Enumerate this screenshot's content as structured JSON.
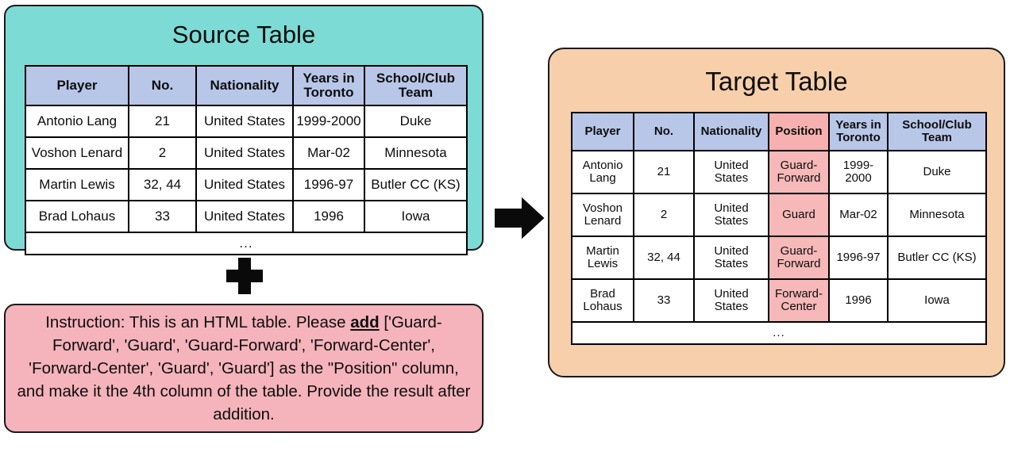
{
  "source": {
    "title": "Source Table",
    "bg_color": "#7ddbd6",
    "headers": [
      "Player",
      "No.",
      "Nationality",
      "Years in Toronto",
      "School/Club Team"
    ],
    "rows": [
      [
        "Antonio Lang",
        "21",
        "United States",
        "1999-2000",
        "Duke"
      ],
      [
        "Voshon Lenard",
        "2",
        "United States",
        "Mar-02",
        "Minnesota"
      ],
      [
        "Martin Lewis",
        "32, 44",
        "United States",
        "1996-97",
        "Butler CC (KS)"
      ],
      [
        "Brad Lohaus",
        "33",
        "United States",
        "1996",
        "Iowa"
      ]
    ],
    "ellipsis": "..."
  },
  "target": {
    "title": "Target Table",
    "bg_color": "#f8cfab",
    "header_color": "#b8c6e8",
    "highlight_color": "#f6b0b0",
    "cell_highlight_color": "#f6b8b8",
    "headers": [
      "Player",
      "No.",
      "Nationality",
      "Position",
      "Years in Toronto",
      "School/Club Team"
    ],
    "rows": [
      [
        "Antonio Lang",
        "21",
        "United States",
        "Guard-Forward",
        "1999-2000",
        "Duke"
      ],
      [
        "Voshon Lenard",
        "2",
        "United States",
        "Guard",
        "Mar-02",
        "Minnesota"
      ],
      [
        "Martin Lewis",
        "32, 44",
        "United States",
        "Guard-Forward",
        "1996-97",
        "Butler CC (KS)"
      ],
      [
        "Brad Lohaus",
        "33",
        "United States",
        "Forward-Center",
        "1996",
        "Iowa"
      ]
    ],
    "ellipsis": "...",
    "highlight_column_index": 3
  },
  "instruction": {
    "bg_color": "#f5b3bb",
    "prefix": "Instruction: This is an HTML table. Please ",
    "emphasis": "add",
    "suffix": " ['Guard-Forward', 'Guard', 'Guard-Forward', 'Forward-Center', 'Forward-Center', 'Guard', 'Guard'] as the \"Position\" column, and make it the 4th column of the table. Provide the result after addition."
  },
  "operators": {
    "plus": "+",
    "arrow": "→"
  }
}
